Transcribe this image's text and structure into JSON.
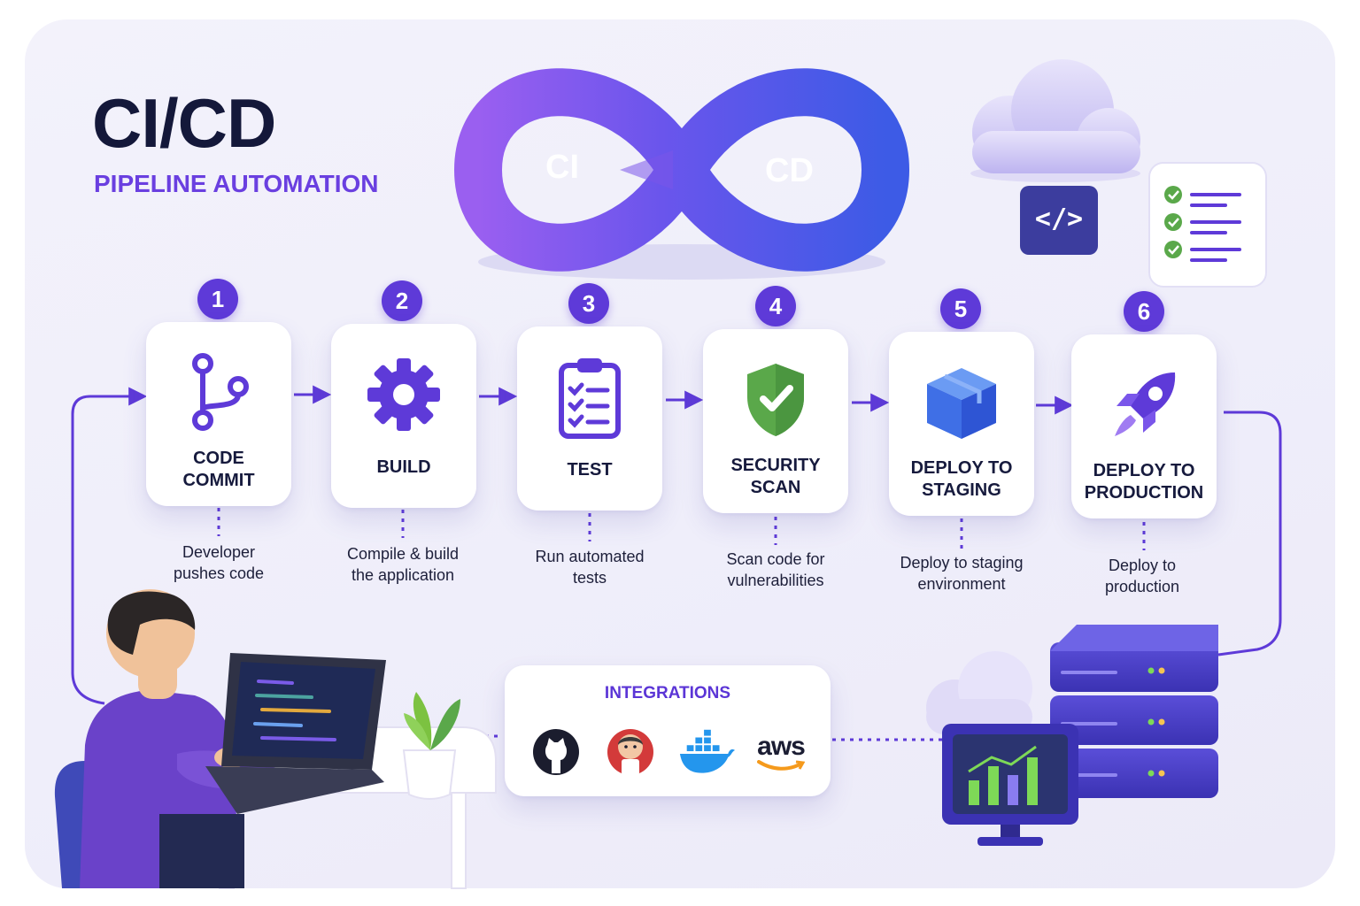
{
  "header": {
    "title": "CI/CD",
    "subtitle": "PIPELINE AUTOMATION"
  },
  "loop": {
    "left_label": "CI",
    "right_label": "CD"
  },
  "code_badge": "</>",
  "steps": [
    {
      "number": "1",
      "label": "CODE\nCOMMIT",
      "description": "Developer\npushes code",
      "icon": "git-branch-icon"
    },
    {
      "number": "2",
      "label": "BUILD",
      "description": "Compile & build\nthe application",
      "icon": "gear-icon"
    },
    {
      "number": "3",
      "label": "TEST",
      "description": "Run automated\ntests",
      "icon": "clipboard-checklist-icon"
    },
    {
      "number": "4",
      "label": "SECURITY\nSCAN",
      "description": "Scan code for\nvulnerabilities",
      "icon": "shield-check-icon"
    },
    {
      "number": "5",
      "label": "DEPLOY TO\nSTAGING",
      "description": "Deploy to staging\nenvironment",
      "icon": "package-box-icon"
    },
    {
      "number": "6",
      "label": "DEPLOY TO\nPRODUCTION",
      "description": "Deploy to\nproduction",
      "icon": "rocket-icon"
    }
  ],
  "integrations": {
    "title": "INTEGRATIONS",
    "items": [
      {
        "name": "github-logo"
      },
      {
        "name": "jenkins-logo"
      },
      {
        "name": "docker-logo"
      },
      {
        "name": "aws-logo",
        "text": "aws"
      }
    ]
  },
  "colors": {
    "primary": "#5e3ad8",
    "dark": "#14183a",
    "accent_purple": "#6a3fe0",
    "server": "#4a3fc7",
    "shield": "#5aa84a"
  }
}
